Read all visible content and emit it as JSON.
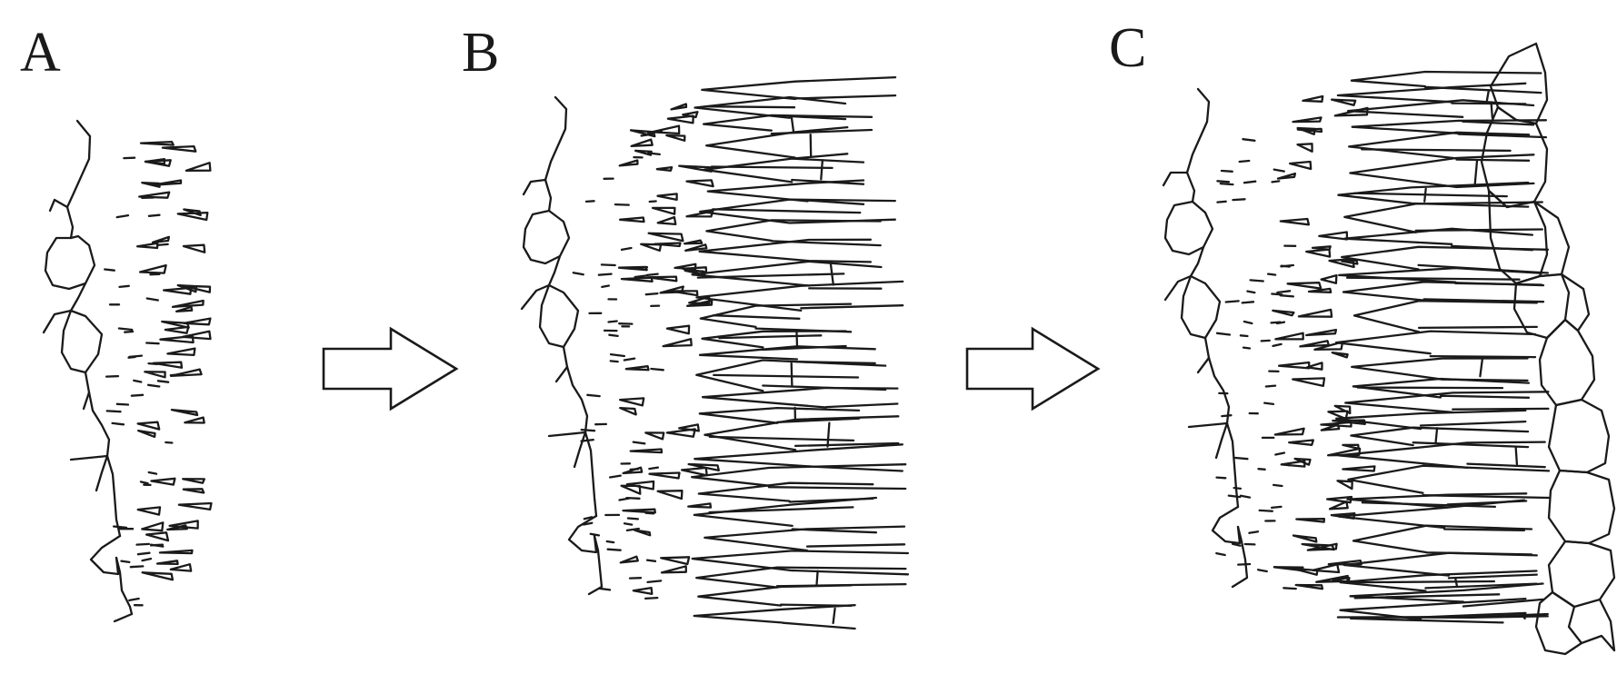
{
  "panels": [
    {
      "id": "A",
      "label": "A"
    },
    {
      "id": "B",
      "label": "B"
    },
    {
      "id": "C",
      "label": "C"
    }
  ],
  "colors": {
    "stroke": "#1a1a1a",
    "background": "#ffffff"
  }
}
